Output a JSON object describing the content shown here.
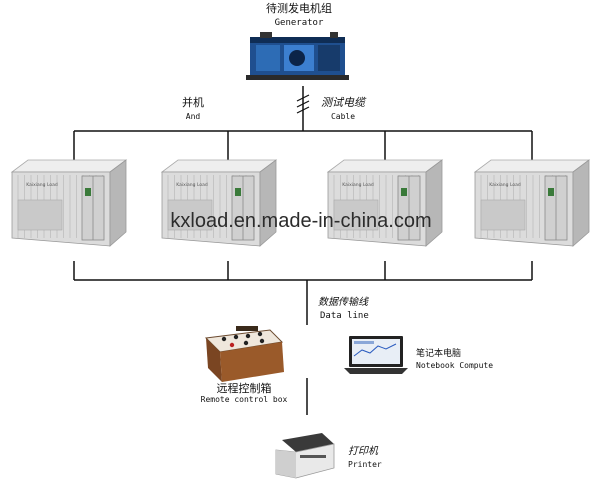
{
  "generator": {
    "label_cn": "待测发电机组",
    "label_en": "Generator"
  },
  "parallel": {
    "label_cn": "并机",
    "label_en": "And"
  },
  "cable": {
    "label_cn": "测试电缆",
    "label_en": "Cable"
  },
  "watermark": "kxload.en.made-in-china.com",
  "load_banks": [
    {
      "brand": "Kaixiang Load"
    },
    {
      "brand": "Kaixiang Load"
    },
    {
      "brand": "Kaixiang Load"
    },
    {
      "brand": "Kaixiang Load"
    }
  ],
  "data_line": {
    "label_cn": "数据传输线",
    "label_en": "Data line"
  },
  "remote_box": {
    "label_cn": "远程控制箱",
    "label_en": "Remote control box"
  },
  "notebook": {
    "label_cn": "笔记本电脑",
    "label_en": "Notebook Compute"
  },
  "printer": {
    "label_cn": "打印机",
    "label_en": "Printer"
  },
  "colors": {
    "line": "#111111",
    "container": "#dcdcdc",
    "container_dark": "#b7b7b7",
    "generator_blue": "#1f4f8f",
    "remote_box_copper": "#9a5a2a"
  }
}
